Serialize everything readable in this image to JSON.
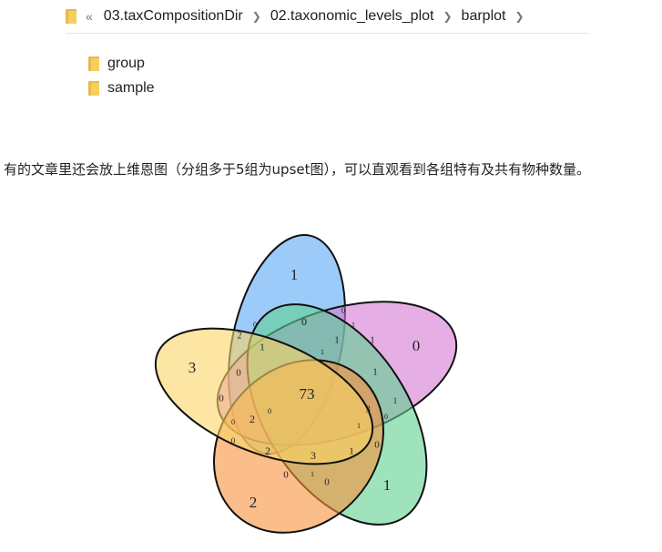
{
  "breadcrumb": {
    "items": [
      "03.taxCompositionDir",
      "02.taxonomic_levels_plot",
      "barplot"
    ],
    "overflow": "«"
  },
  "files": [
    {
      "name": "group",
      "icon": "folder-icon"
    },
    {
      "name": "sample",
      "icon": "folder-icon"
    }
  ],
  "paragraph": "有的文章里还会放上维恩图（分组多于5组为upset图），可以直观看到各组特有及共有物种数量。",
  "venn": {
    "colors": {
      "blue": "#5aa9f5",
      "purple": "#d47ad6",
      "green": "#5fd08f",
      "orange": "#f8913a",
      "yellow": "#fbd466"
    },
    "sets": [
      {
        "id": "blue",
        "unique": "1"
      },
      {
        "id": "purple",
        "unique": "0"
      },
      {
        "id": "green",
        "unique": "1"
      },
      {
        "id": "orange",
        "unique": "2"
      },
      {
        "id": "yellow",
        "unique": "3"
      }
    ],
    "center": "73",
    "region_labels": [
      "0",
      "0",
      "1",
      "1",
      "2",
      "1",
      "0",
      "1",
      "0",
      "1",
      "1",
      "3",
      "0",
      "0",
      "2",
      "2",
      "3",
      "0",
      "1",
      "0",
      "1",
      "0",
      "0",
      "0",
      "1",
      "1",
      "0"
    ]
  }
}
